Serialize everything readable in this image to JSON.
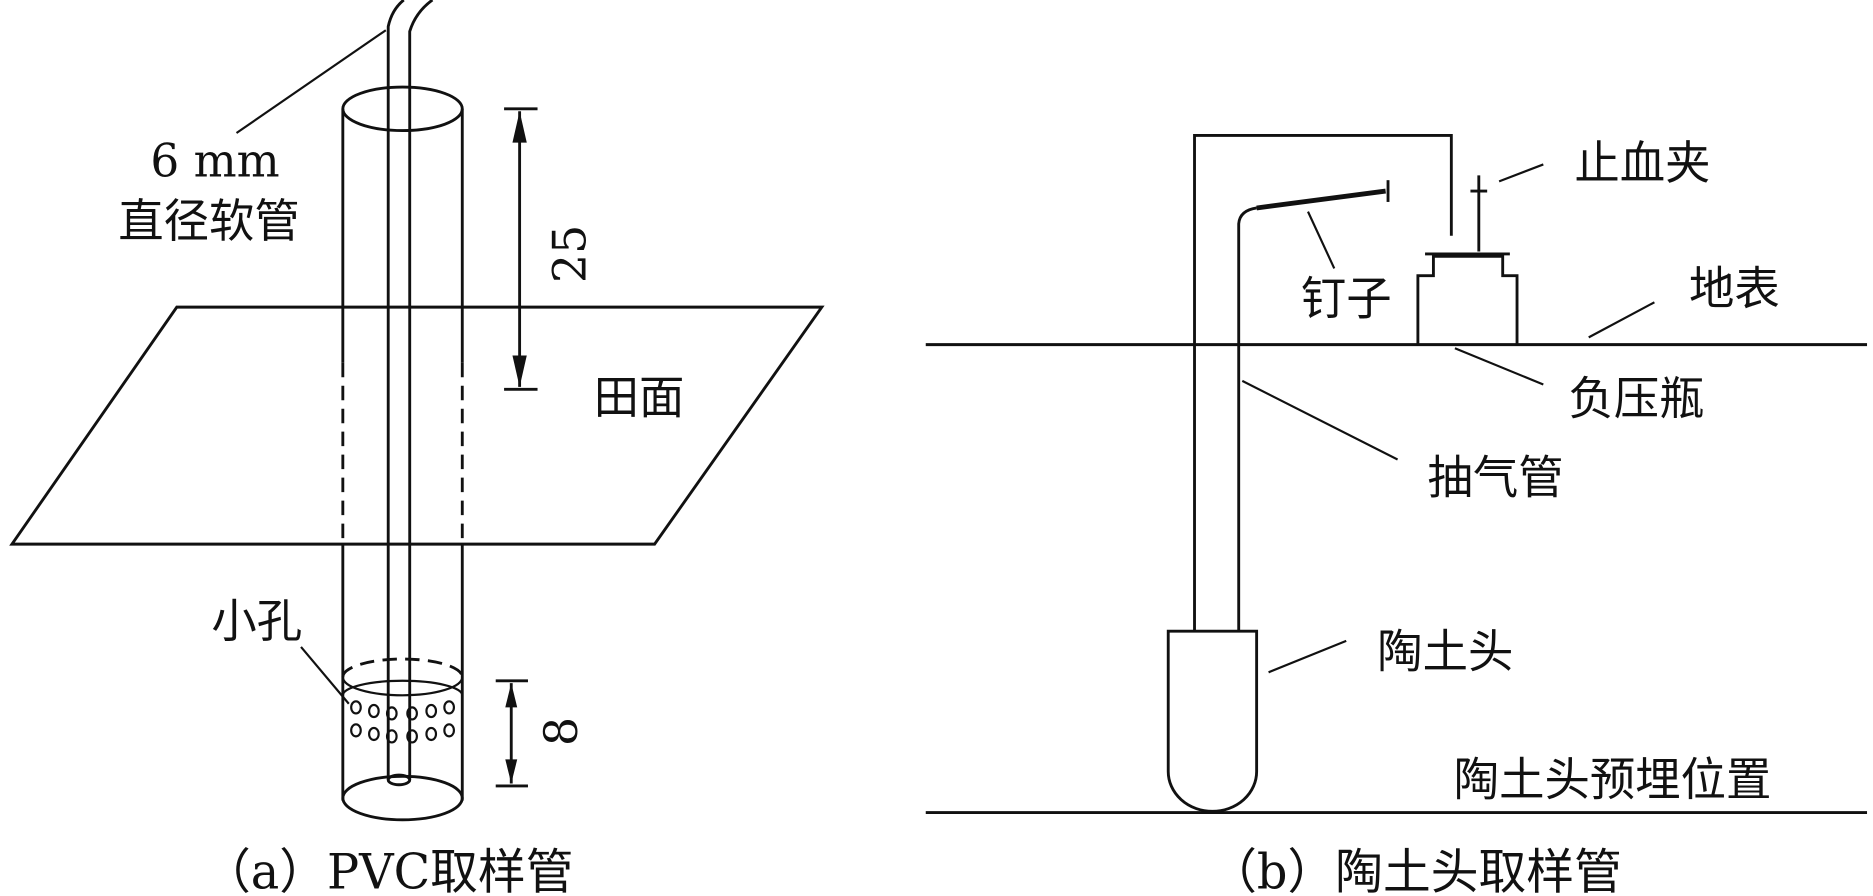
{
  "panel_a": {
    "hose_label_size": "6 mm",
    "hose_label": "直径软管",
    "dim_top": "25",
    "field_label": "田面",
    "holes_label": "小孔",
    "dim_bottom": "8",
    "caption": "（a）PVC取样管"
  },
  "panel_b": {
    "clamp_label": "止血夹",
    "nail_label": "钉子",
    "surface_label": "地表",
    "bottle_label": "负压瓶",
    "tube_label": "抽气管",
    "ceramic_label": "陶土头",
    "position_label": "陶土头预埋位置",
    "caption": "（b）陶土头取样管"
  },
  "colors": {
    "line": "#111111",
    "background": "#ffffff"
  }
}
